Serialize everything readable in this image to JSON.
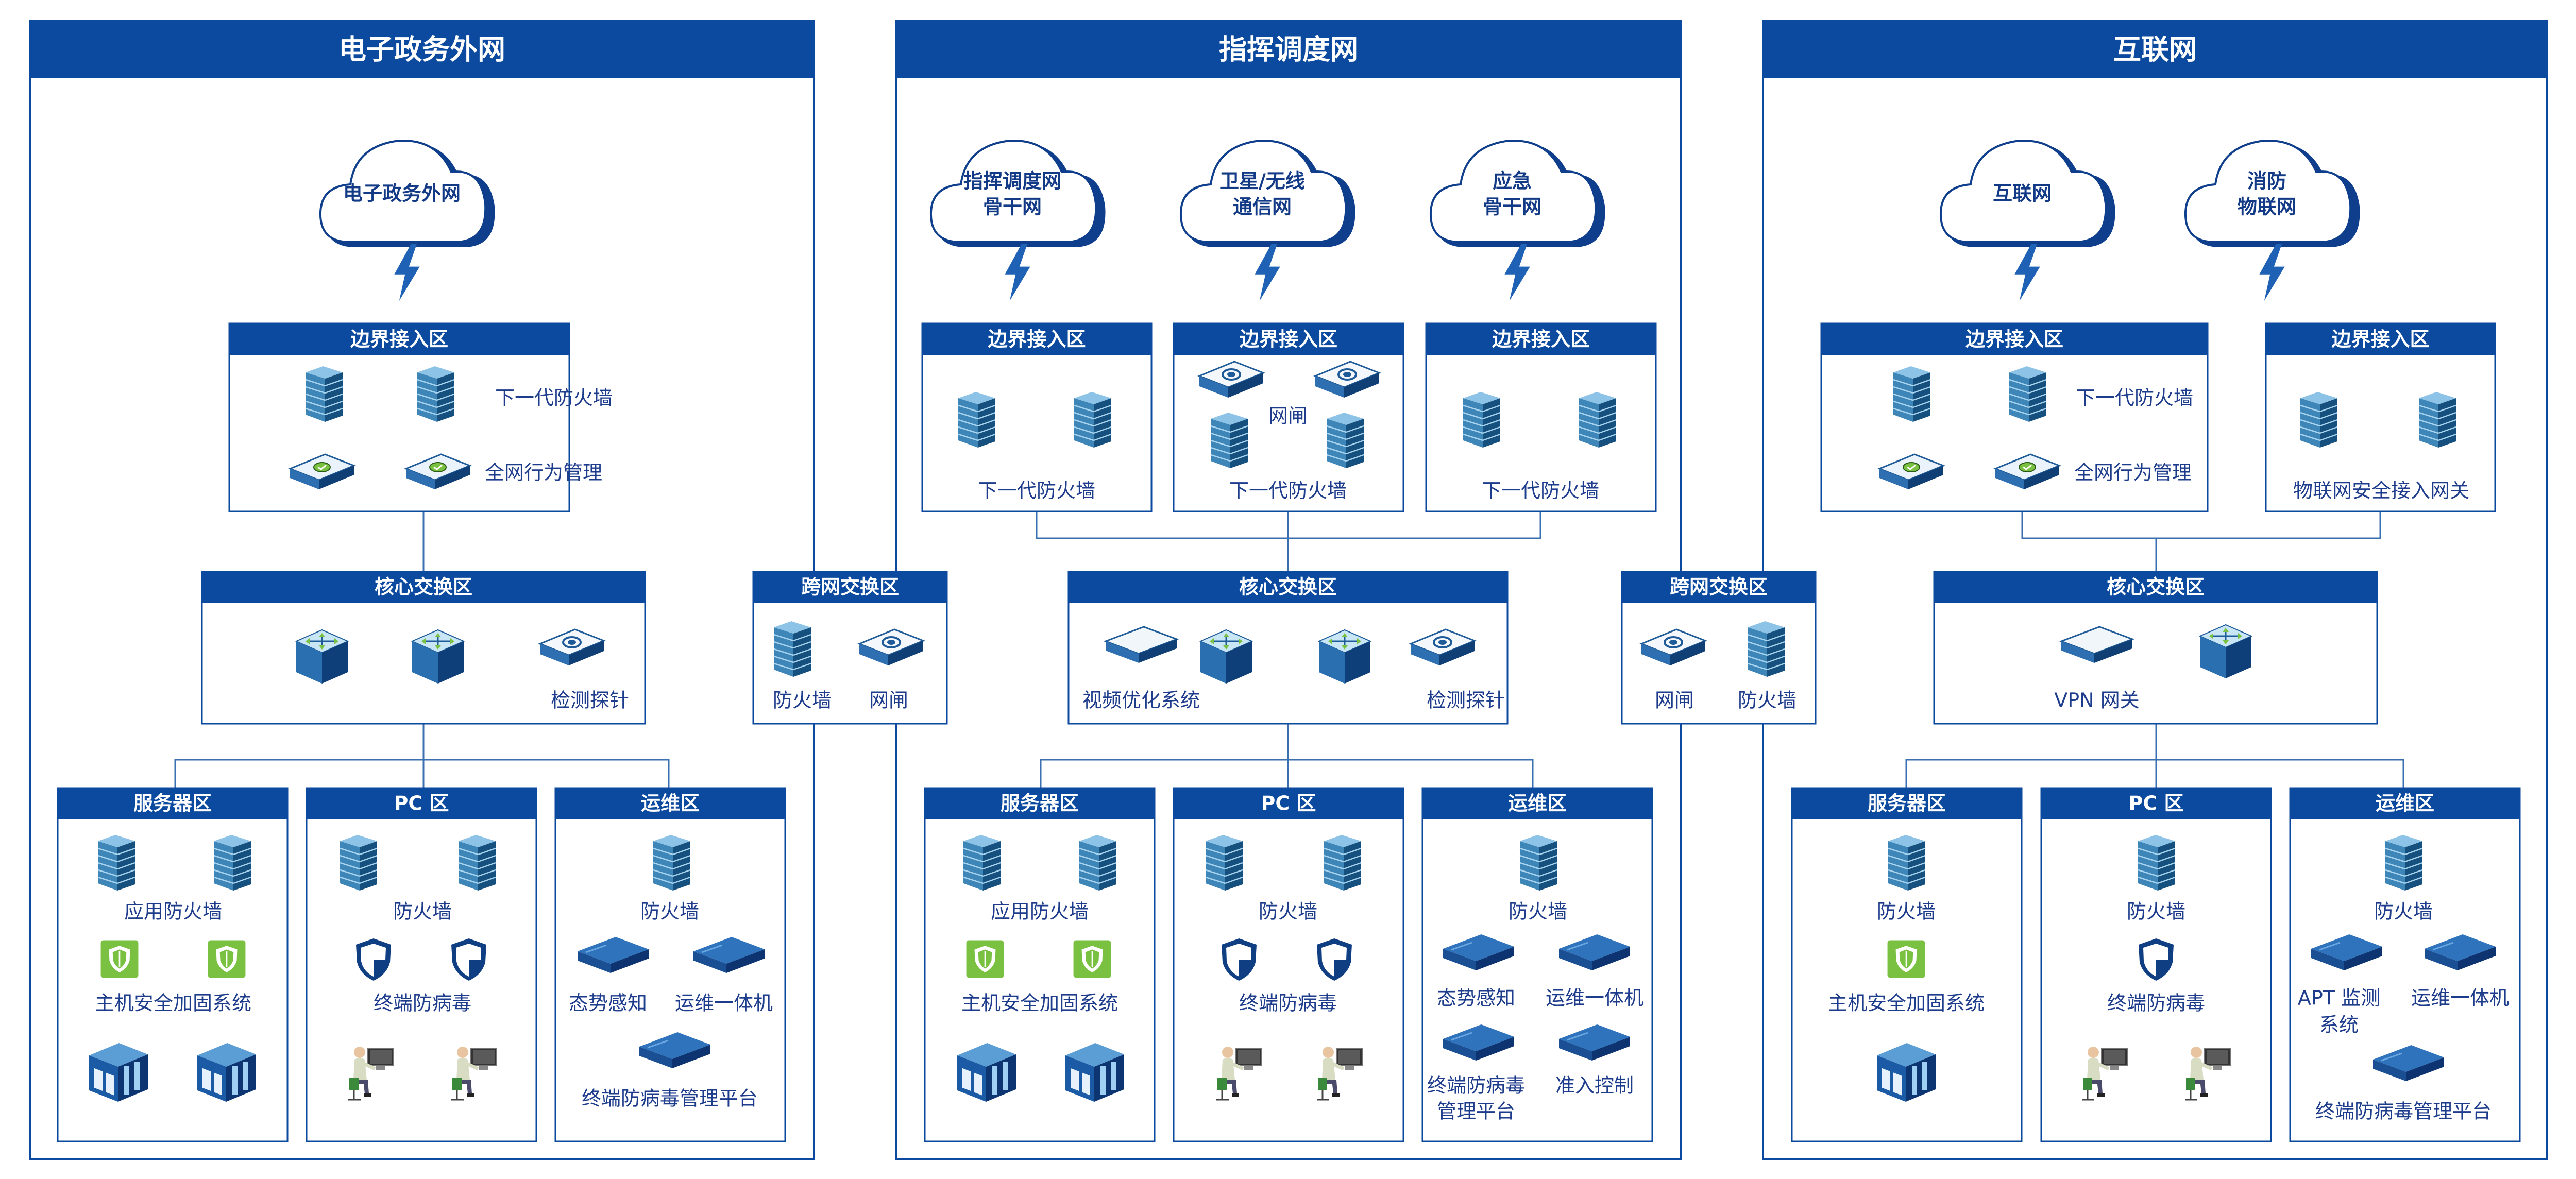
{
  "colors": {
    "primary": "#0b4a9e",
    "accent_green": "#7ac142",
    "server_teal": "#3b7fa8",
    "line": "#3a6fb0"
  },
  "sections": [
    {
      "id": "egov",
      "title": "电子政务外网"
    },
    {
      "id": "cmd",
      "title": "指挥调度网"
    },
    {
      "id": "inet",
      "title": "互联网"
    }
  ],
  "clouds": [
    {
      "id": "egov",
      "lines": [
        "电子政务外网"
      ]
    },
    {
      "id": "cmd1",
      "lines": [
        "指挥调度网",
        "骨干网"
      ]
    },
    {
      "id": "cmd2",
      "lines": [
        "卫星/无线",
        "通信网"
      ]
    },
    {
      "id": "cmd3",
      "lines": [
        "应急",
        "骨干网"
      ]
    },
    {
      "id": "inet1",
      "lines": [
        "互联网"
      ]
    },
    {
      "id": "inet2",
      "lines": [
        "消防",
        "物联网"
      ]
    }
  ],
  "zones": {
    "boundary": "边界接入区",
    "core": "核心交换区",
    "cross": "跨网交换区",
    "server": "服务器区",
    "pc": "PC 区",
    "ops": "运维区"
  },
  "labels": {
    "ngfw": "下一代防火墙",
    "behavior_mgmt": "全网行为管理",
    "gatekeeper": "网闸",
    "iot_gateway": "物联网安全接入网关",
    "probe": "检测探针",
    "video_opt": "视频优化系统",
    "vpn_gateway": "VPN 网关",
    "firewall": "防火墙",
    "app_firewall": "应用防火墙",
    "host_hardening": "主机安全加固系统",
    "endpoint_av": "终端防病毒",
    "situation_awareness": "态势感知",
    "ops_machine": "运维一体机",
    "av_mgmt_platform": "终端防病毒管理平台",
    "av_mgmt_platform_l1": "终端防病毒",
    "av_mgmt_platform_l2": "管理平台",
    "access_control": "准入控制",
    "apt_l1": "APT 监测",
    "apt_l2": "系统"
  },
  "icons": [
    "cloud-icon",
    "lightning-icon",
    "firewall-icon",
    "appliance-icon",
    "gatekeeper-icon",
    "core-switch-icon",
    "shield-icon",
    "host-shield-icon",
    "server-rack-icon",
    "operator-icon",
    "link-aggregation-icon"
  ]
}
